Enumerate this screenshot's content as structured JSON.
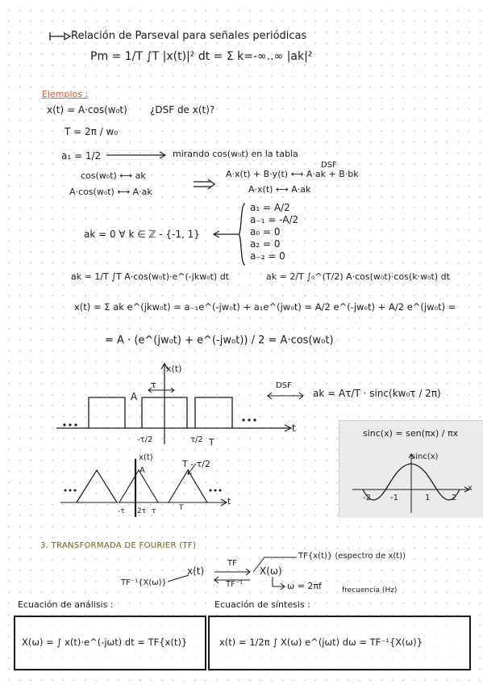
{
  "header": "Relación de Parseval para señales periódicas",
  "parseval": "Pm = 1/T ∫T |x(t)|² dt = Σ k=-∞..∞ |ak|²",
  "ejemplos_label": "Ejemplos :",
  "example": {
    "question_left": "x(t) = A·cos(w₀t)",
    "question_right": "¿DSF de x(t)?",
    "T_line": "T = 2π / w₀",
    "a1_line": "a₁ = 1/2",
    "a1_note": "mirando cos(w₀t) en la tabla",
    "cos_pair1": "cos(w₀t) ⟷ ak",
    "cos_pair2": "A·cos(w₀t) ⟷ A·ak",
    "lin_top": "A·x(t) + B·y(t) ⟷ A·ak + B·bk",
    "lin_bottom": "A·x(t) ⟷ A·ak",
    "dsf": "DSF",
    "ak_zero": "ak = 0 ∀ k ∈ ℤ - {-1, 1}",
    "coef": [
      "a₁ = A/2",
      "a₋₁ = -A/2",
      "a₀ = 0",
      "a₂ = 0",
      "a₋₂ = 0"
    ],
    "ak_integral_left": "ak = 1/T ∫T A·cos(w₀t)·e^(-jkw₀t) dt",
    "ak_integral_right": "ak = 2/T ∫₀^(T/2) A·cos(w₀t)·cos(k·w₀t) dt",
    "xt_sum": "x(t) = Σ ak e^(jkw₀t) = a₋₁e^(-jw₀t) + a₁e^(jw₀t) = A/2 e^(-jw₀t) + A/2 e^(jw₀t) =",
    "xt_result": "= A · (e^(jw₀t) + e^(-jw₀t)) / 2 = A·cos(w₀t)"
  },
  "pulse": {
    "xt_label": "x(t)",
    "A_label": "A",
    "tau_label": "τ",
    "tick_left": "-τ/2",
    "tick_right": "τ/2",
    "T_label": "T",
    "t_label": "t",
    "dsf": "DSF",
    "ak_formula": "ak = Aτ/T · sinc(kw₀τ / 2π)"
  },
  "triangle": {
    "xt_label": "x(t)",
    "A_label": "A",
    "shift_label": "T - τ/2",
    "ticks": [
      "-τ",
      "2τ",
      "τ",
      "T"
    ],
    "t_label": "t"
  },
  "sinc": {
    "def": "sinc(x) = sen(πx) / πx",
    "axis_label": "sinc(x)",
    "x_label": "x",
    "ticks": [
      "-2",
      "-1",
      "1",
      "2"
    ]
  },
  "section": "3. TRANSFORMADA DE FOURIER (TF)",
  "tf": {
    "spectrum_note": "TF{x(t)} (espectro de x(t))",
    "pair_left": "x(t)",
    "pair_right": "X(ω)",
    "forward": "TF",
    "inverse": "TF⁻¹",
    "inv_note": "TF⁻¹{X(ω)}",
    "omega": "ω = 2πf",
    "freq_note": "frecuencia (Hz)"
  },
  "analysis_label": "Ecuación de análisis :",
  "synthesis_label": "Ecuación de síntesis :",
  "analysis_eq": "X(ω) = ∫ x(t)·e^(-jωt) dt = TF{x(t)}",
  "synthesis_eq": "x(t) = 1/2π ∫ X(ω) e^(jωt) dω = TF⁻¹{X(ω)}",
  "colors": {
    "ink": "#1b1b1b",
    "accent": "#e8542a",
    "section": "#7a5a10"
  }
}
